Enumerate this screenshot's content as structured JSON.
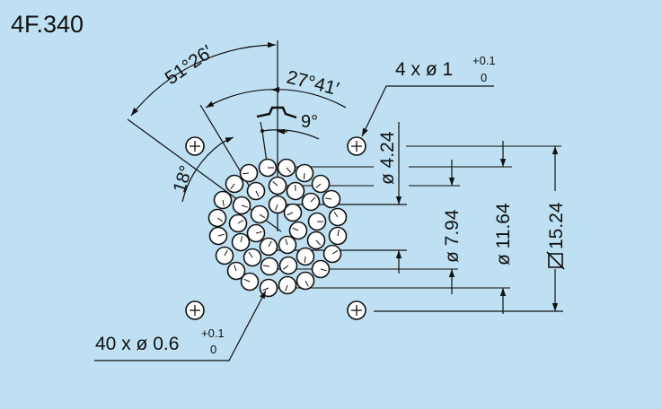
{
  "title": "4F.340",
  "angles": {
    "outer": "51°26′",
    "middle": "27°41′",
    "small": "9°",
    "side": "18°"
  },
  "mounting_holes": {
    "count_label": "4 x ø 1",
    "tol_upper": "+0.1",
    "tol_lower": "0"
  },
  "contacts": {
    "count_label": "40 x ø 0.6",
    "tol_upper": "+0.1",
    "tol_lower": "0"
  },
  "dimensions": {
    "d1": "ø 4.24",
    "d2": "ø 7.94",
    "d3": "ø 11.64",
    "square": "15.24"
  },
  "colors": {
    "background": "#bee0f2"
  }
}
